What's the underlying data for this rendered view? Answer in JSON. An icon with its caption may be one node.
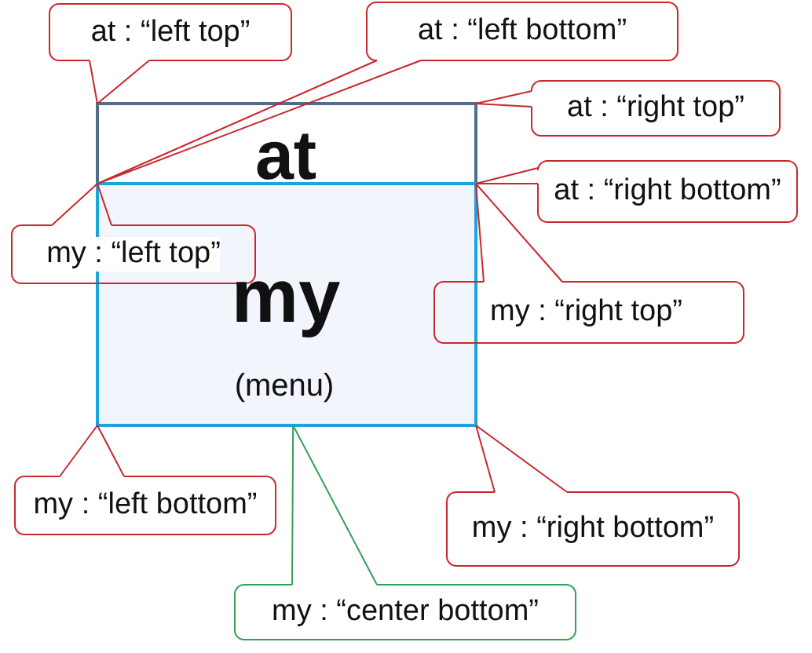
{
  "diagram": {
    "nodes": [
      {
        "text": [
          "at : “left top”"
        ]
      },
      {
        "text": [
          "at : “left bottom”"
        ]
      },
      {
        "text": [
          "at : “right top”"
        ]
      },
      {
        "text": [
          "at"
        ]
      },
      {
        "text": [
          "at : “right bottom”"
        ]
      },
      {
        "text": [
          "my",
          "(menu)"
        ]
      },
      {
        "text": [
          "my : “left top”"
        ]
      },
      {
        "text": [
          "my : “right top”"
        ]
      },
      {
        "text": [
          "my : “left bottom”"
        ]
      },
      {
        "text": [
          "my : “right bottom”"
        ]
      },
      {
        "text": [
          "my : “center bottom”"
        ]
      }
    ],
    "edges": [
      {
        "from": 0,
        "to": 3,
        "arrow": "none"
      },
      {
        "from": 1,
        "to": 3,
        "arrow": "none"
      },
      {
        "from": 2,
        "to": 3,
        "arrow": "none"
      },
      {
        "from": 4,
        "to": 3,
        "arrow": "none"
      },
      {
        "from": 6,
        "to": 5,
        "arrow": "none"
      },
      {
        "from": 7,
        "to": 5,
        "arrow": "none"
      },
      {
        "from": 8,
        "to": 5,
        "arrow": "none"
      },
      {
        "from": 9,
        "to": 5,
        "arrow": "none"
      },
      {
        "from": 10,
        "to": 5,
        "arrow": "none",
        "color": "#33a05a"
      }
    ]
  }
}
